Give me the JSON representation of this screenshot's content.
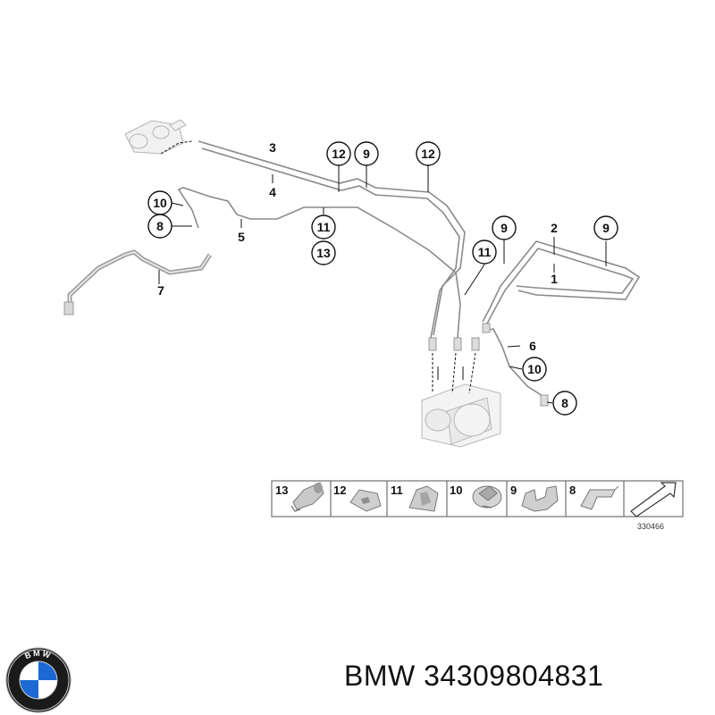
{
  "callouts": {
    "c12a": "12",
    "c9a": "9",
    "c12b": "12",
    "c10a": "10",
    "c8a": "8",
    "c11a": "11",
    "c13a": "13",
    "c9b": "9",
    "c9c": "9",
    "c11b": "11",
    "c10b": "10",
    "c8b": "8"
  },
  "labels": {
    "l3": "3",
    "l4": "4",
    "l5": "5",
    "l7": "7",
    "l2": "2",
    "l1": "1",
    "l6": "6"
  },
  "legend": [
    {
      "num": "13",
      "icon": "clip-13-icon"
    },
    {
      "num": "12",
      "icon": "clip-12-icon"
    },
    {
      "num": "11",
      "icon": "clip-11-icon"
    },
    {
      "num": "10",
      "icon": "clip-10-icon"
    },
    {
      "num": "9",
      "icon": "clip-9-icon"
    },
    {
      "num": "8",
      "icon": "clip-8-icon"
    }
  ],
  "reference_number": "330466",
  "footer": {
    "brand_part": "BMW 34309804831",
    "logo_letters": "BMW"
  },
  "colors": {
    "pipe": "#8a8a8a",
    "logo_blue": "#1c69d4",
    "logo_ring": "#1a1a1a"
  }
}
